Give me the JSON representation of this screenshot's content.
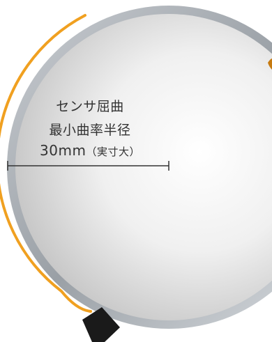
{
  "label": {
    "line1": "センサ屈曲",
    "line2": "最小曲率半径",
    "line3_value": "30mm",
    "line3_note": "（実寸大）"
  },
  "colors": {
    "sensor_strip": "#f0a020",
    "rim": "#a8adb3",
    "disc_center": "#ffffff",
    "disc_edge": "#c4c4c4",
    "connector": "#1a1a1a",
    "radius_line": "#333333"
  },
  "icons": {
    "connector": "sensor-connector-icon"
  }
}
